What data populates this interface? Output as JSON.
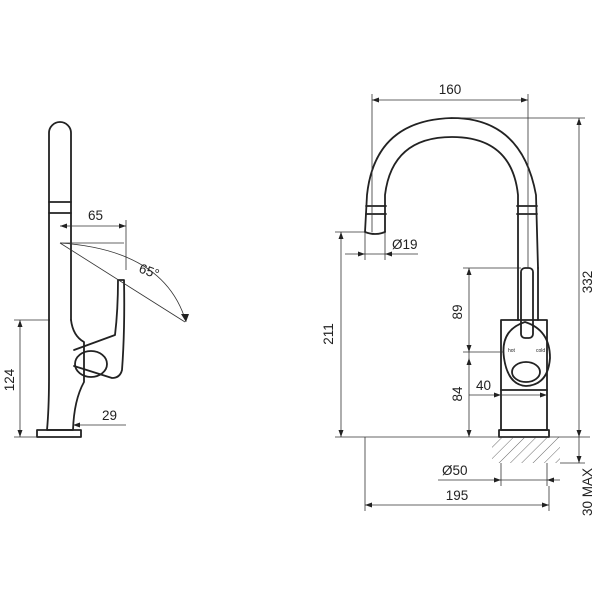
{
  "drawing": {
    "side_view": {
      "dim_handle_reach": "65",
      "dim_handle_angle": "65°",
      "dim_body_height": "124",
      "dim_base_offset": "29"
    },
    "front_view": {
      "dim_spout_reach": "160",
      "dim_outlet_diameter": "Ø19",
      "dim_outlet_height": "211",
      "dim_total_height": "332",
      "dim_handle_above": "89",
      "dim_body_lower": "84",
      "dim_body_width": "40",
      "dim_hole_diameter": "Ø50",
      "dim_total_reach": "195",
      "dim_deck_thickness": "30 MAX",
      "handle_mark_hot": "hot",
      "handle_mark_cold": "cold"
    }
  }
}
